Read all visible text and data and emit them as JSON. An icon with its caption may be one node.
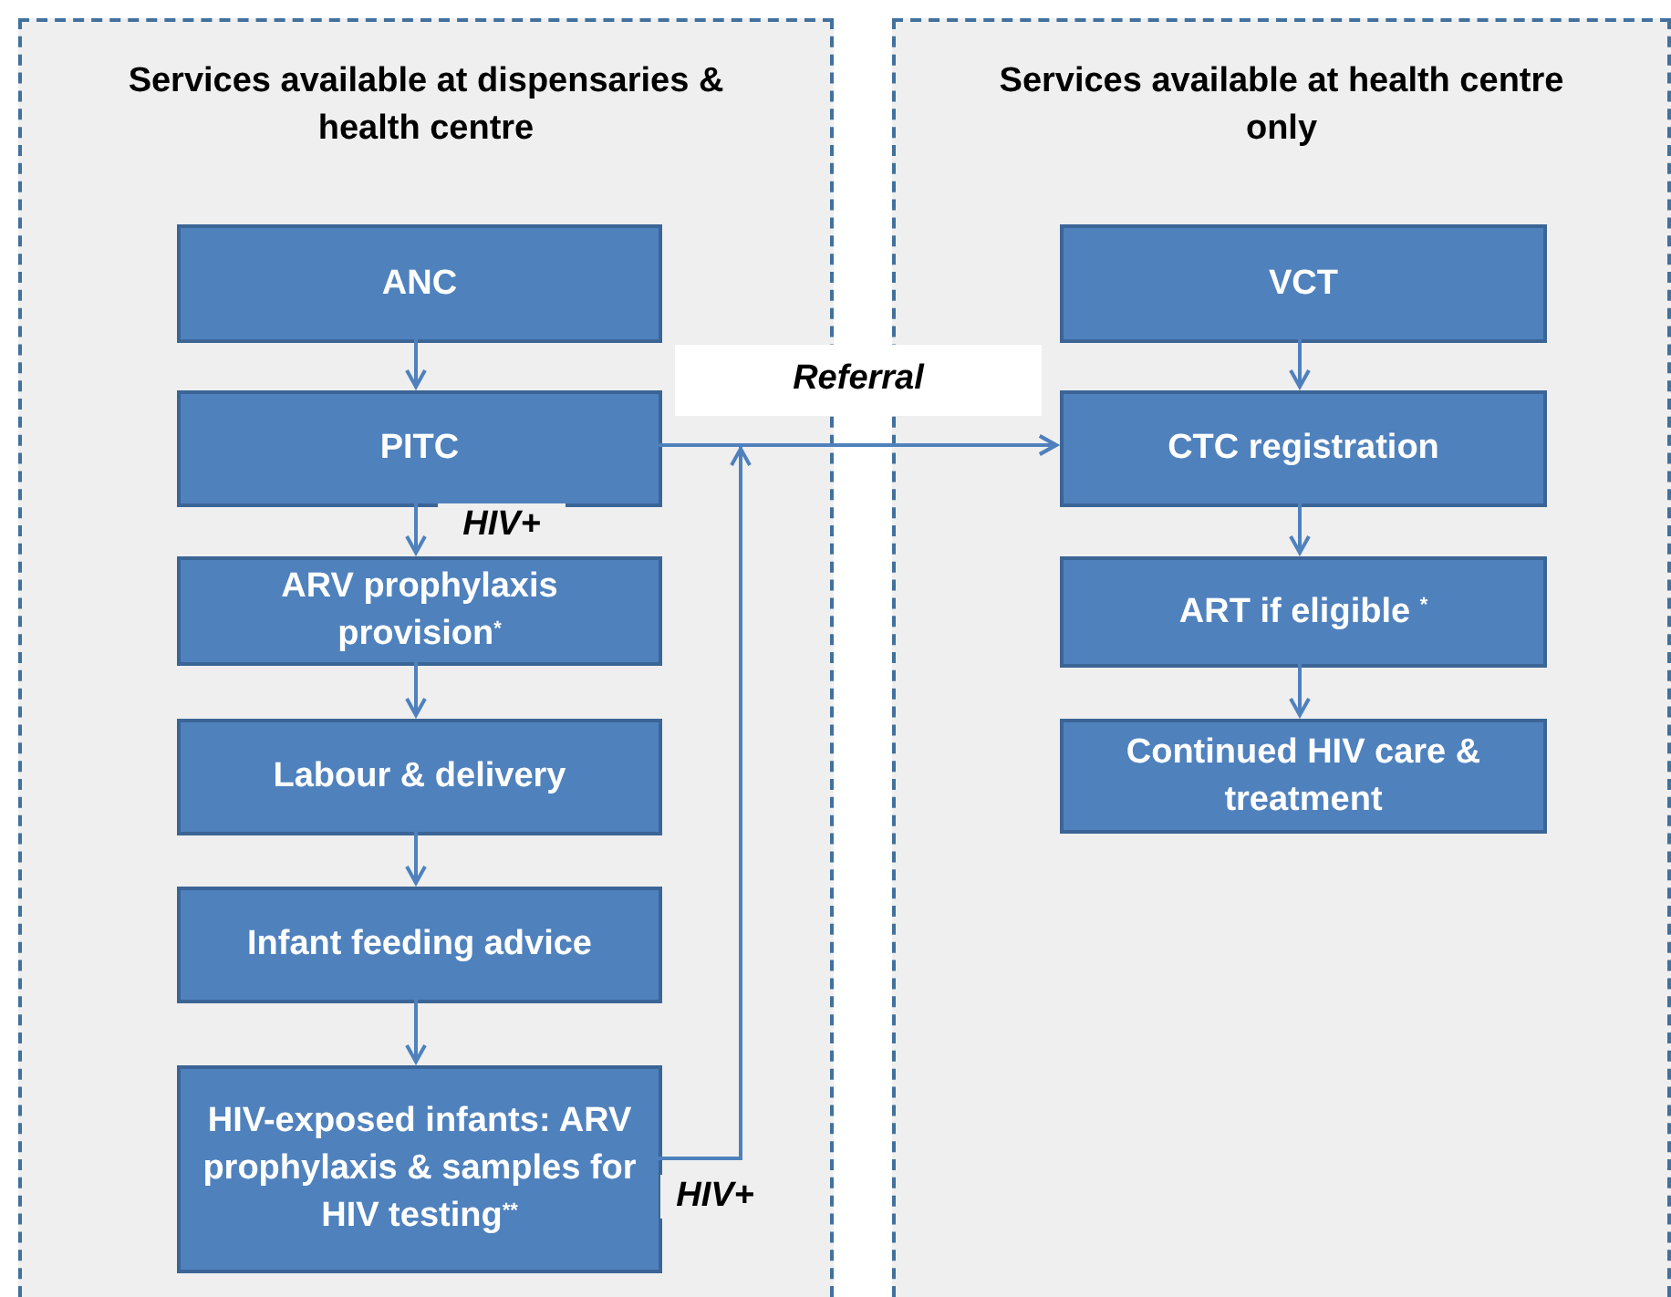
{
  "diagram": {
    "nodes": [
      {
        "text": [
          "Services available at dispensaries & health centre"
        ]
      },
      {
        "text": [
          "ANC"
        ],
        "in": 0
      },
      {
        "text": [
          "PITC"
        ],
        "in": 0
      },
      {
        "text": [
          "ARV prophylaxis provision$^{*}$"
        ],
        "in": 0
      },
      {
        "text": [
          "Labour & delivery"
        ],
        "in": 0
      },
      {
        "text": [
          "Infant feeding advice"
        ],
        "in": 0
      },
      {
        "text": [
          "HIV-exposed infants: ARV prophylaxis & samples for HIV testing$^{**}$"
        ],
        "in": 0
      },
      {
        "text": [
          "Services available at health centre only"
        ]
      },
      {
        "text": [
          "VCT"
        ],
        "in": 7
      },
      {
        "text": [
          "CTC registration"
        ],
        "in": 7
      },
      {
        "text": [
          "ART if eligible $^{*}$"
        ],
        "in": 7
      },
      {
        "text": [
          "Continued HIV care & treatment"
        ],
        "in": 7
      }
    ],
    "edges": [
      {
        "from": 1,
        "to": 2,
        "arrow": "to"
      },
      {
        "from": 2,
        "to": 3,
        "arrow": "to",
        "label": "HIV+"
      },
      {
        "from": 3,
        "to": 4,
        "arrow": "to"
      },
      {
        "from": 4,
        "to": 5,
        "arrow": "to"
      },
      {
        "from": 5,
        "to": 6,
        "arrow": "to"
      },
      {
        "from": 2,
        "to": 9,
        "arrow": "to",
        "label": "Referral"
      },
      {
        "from": 6,
        "to": 9,
        "arrow": "to",
        "label": "HIV+"
      },
      {
        "from": 8,
        "to": 9,
        "arrow": "to"
      },
      {
        "from": 9,
        "to": 10,
        "arrow": "to"
      },
      {
        "from": 10,
        "to": 11,
        "arrow": "to"
      }
    ]
  }
}
